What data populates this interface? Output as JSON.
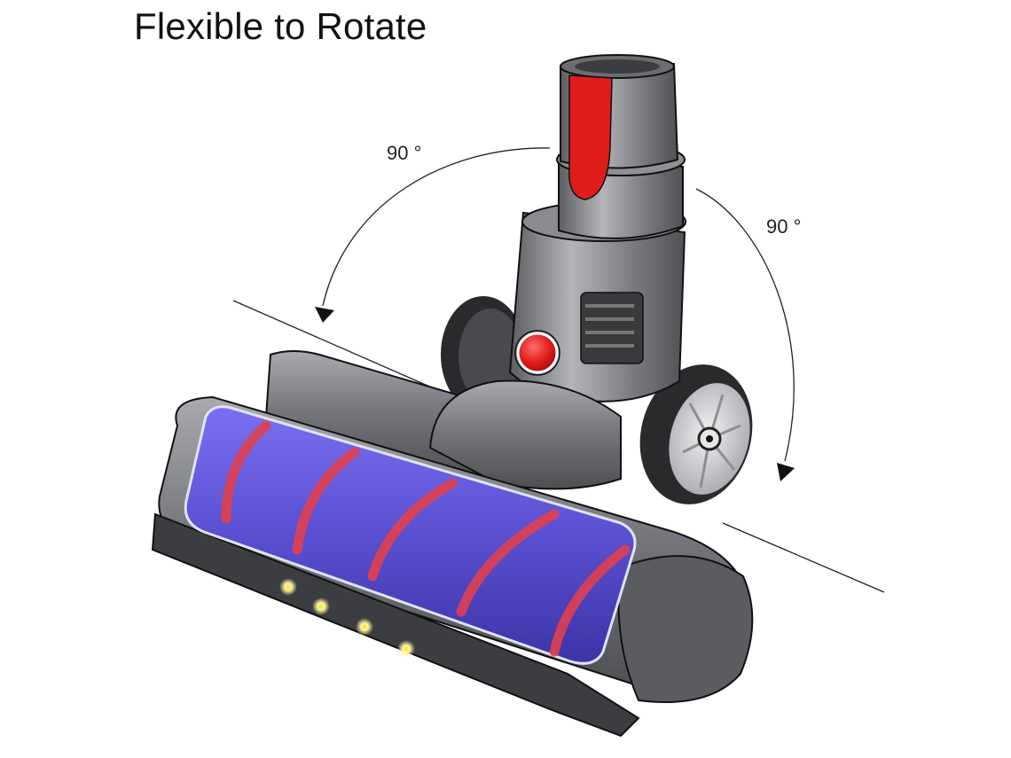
{
  "title": "Flexible to Rotate",
  "labels": {
    "left_angle": "90 °",
    "right_angle": "90 °"
  },
  "product": {
    "name": "vacuum-cleaner-head",
    "colors": {
      "body": "#6b6c70",
      "body_light": "#9a9ba0",
      "accent_red": "#e01b1b",
      "roller_blue": "#5a4fd0",
      "roller_stripe": "#e0404f",
      "wheel_tire": "#2a2a2c",
      "wheel_hub": "#cfd0d3",
      "led": "#fff6a0"
    },
    "led_count": 4
  },
  "annotations": {
    "arrows": [
      "rotate-left-arrow",
      "rotate-right-arrow"
    ],
    "guide_line": "floor-angle-line"
  }
}
